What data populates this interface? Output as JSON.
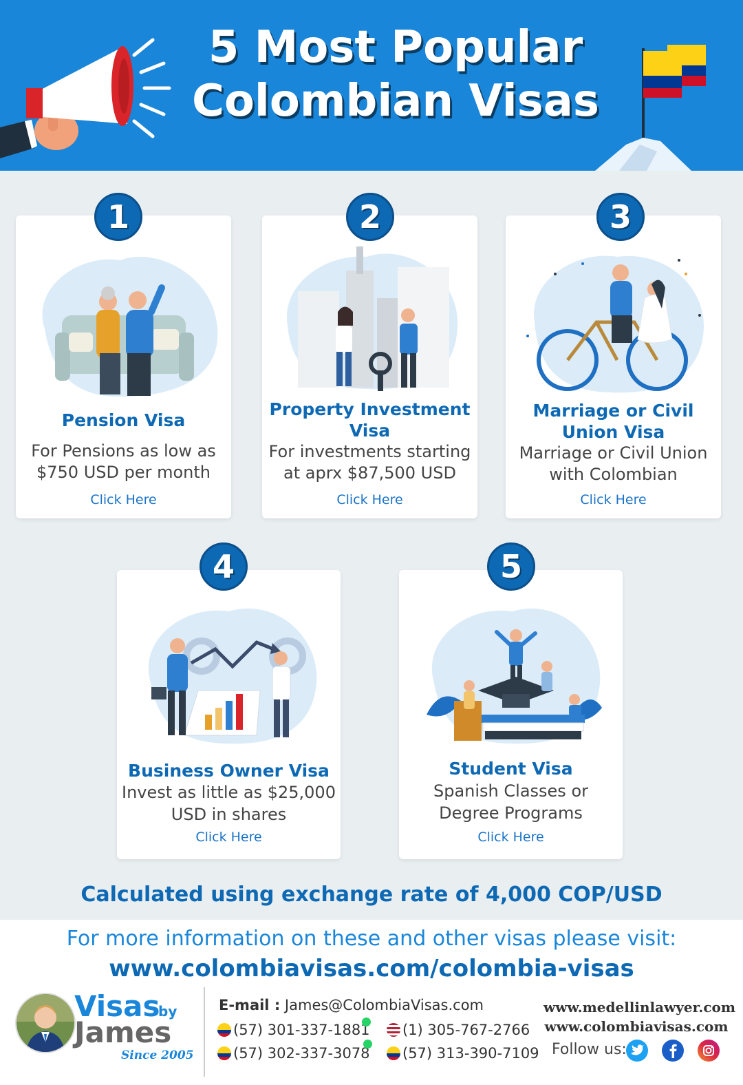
{
  "header": {
    "title_line1": "5 Most Popular",
    "title_line2": "Colombian Visas"
  },
  "colors": {
    "header_bg": "#1a86d9",
    "accent": "#0e69b4",
    "link": "#1a73c8",
    "page_bg": "#e9eef1"
  },
  "cards": [
    {
      "number": "1",
      "title": "Pension Visa",
      "title2": "",
      "desc1": "For Pensions as low as",
      "desc2": "$750 USD per month",
      "link": "Click Here"
    },
    {
      "number": "2",
      "title": "Property Investment",
      "title2": "Visa",
      "desc1": "For investments starting",
      "desc2": "at aprx $87,500 USD",
      "link": "Click Here"
    },
    {
      "number": "3",
      "title": "Marriage or Civil",
      "title2": "Union Visa",
      "desc1": "Marriage or Civil Union",
      "desc2": "with Colombian",
      "link": "Click Here"
    },
    {
      "number": "4",
      "title": "Business Owner Visa",
      "title2": "",
      "desc1": "Invest as little as $25,000",
      "desc2": "USD in shares",
      "link": "Click Here"
    },
    {
      "number": "5",
      "title": "Student Visa",
      "title2": "",
      "desc1": "Spanish Classes or",
      "desc2": "Degree Programs",
      "link": "Click Here"
    }
  ],
  "exchange_note": "Calculated using exchange rate of 4,000 COP/USD",
  "footer": {
    "more_info": "For more information on these and other visas please visit:",
    "url": "www.colombiavisas.com/colombia-visas",
    "brand_visas": "Visas",
    "brand_by": "by",
    "brand_james": "James",
    "brand_since": "Since 2005",
    "email_label": "E-mail :",
    "email": "James@ColombiaVisas.com",
    "phones": [
      "(57) 301-337-1881",
      "(1) 305-767-2766",
      "(57) 302-337-3078",
      "(57) 313-390-7109"
    ],
    "site1": "www.medellinlawyer.com",
    "site2": "www.colombiavisas.com",
    "follow": "Follow us:",
    "social_icons": [
      "twitter-icon",
      "facebook-icon",
      "instagram-icon"
    ]
  }
}
